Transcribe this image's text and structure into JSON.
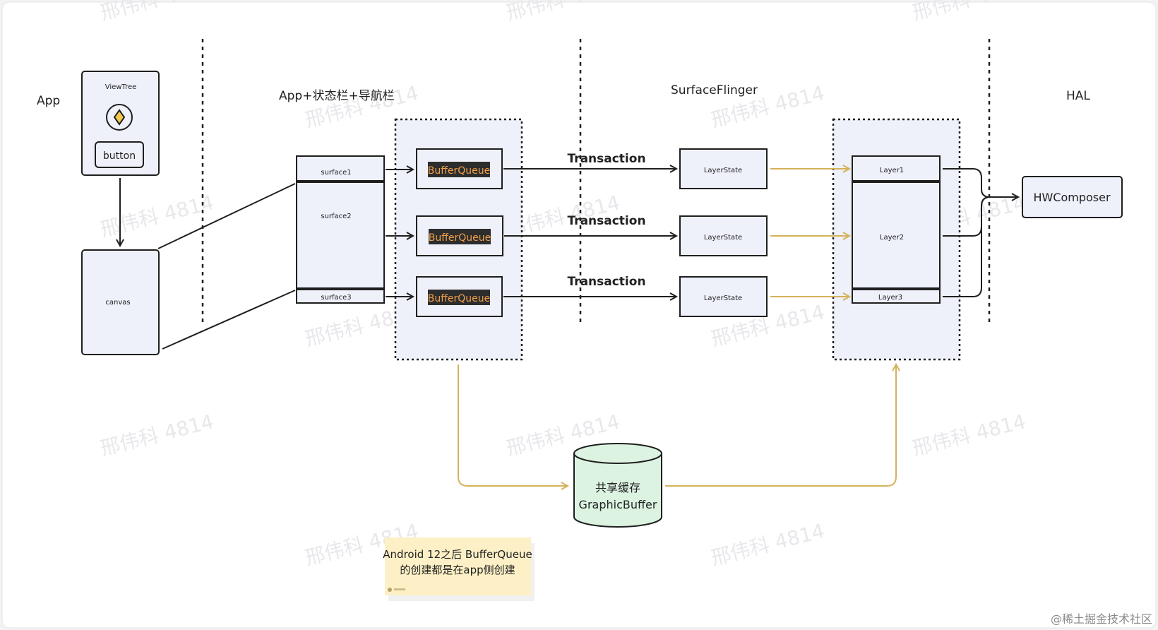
{
  "sections": {
    "app": "App",
    "app_bars": "App+状态栏+导航栏",
    "surfaceflinger": "SurfaceFlinger",
    "hal": "HAL"
  },
  "viewtree": {
    "title": "ViewTree",
    "button": "button"
  },
  "canvas_label": "canvas",
  "surfaces": [
    "surface1",
    "surface2",
    "surface3"
  ],
  "bufferqueues": [
    "BufferQueue",
    "BufferQueue",
    "BufferQueue"
  ],
  "transactions": [
    "Transaction",
    "Transaction",
    "Transaction"
  ],
  "layerstates": [
    "LayerState",
    "LayerState",
    "LayerState"
  ],
  "layers": [
    "Layer1",
    "Layer2",
    "Layer3"
  ],
  "hwcomposer": "HWComposer",
  "shared_buffer": {
    "line1": "共享缓存",
    "line2": "GraphicBuffer"
  },
  "note": {
    "line1": "Android 12之后 BufferQueue",
    "line2": "的创建都是在app侧创建"
  },
  "watermark": "邢伟科 4814",
  "site_credit": "@稀土掘金技术社区",
  "colors": {
    "box_fill": "#eef0fa",
    "stroke": "#1f1f1f",
    "gold": "#d4b25a",
    "bq_fill": "#2d2d2d",
    "bq_text": "#f0a04a",
    "cylinder_fill": "#dcf3e2",
    "note_fill": "#fdf0c6",
    "watermark": "#e6e6ea"
  }
}
